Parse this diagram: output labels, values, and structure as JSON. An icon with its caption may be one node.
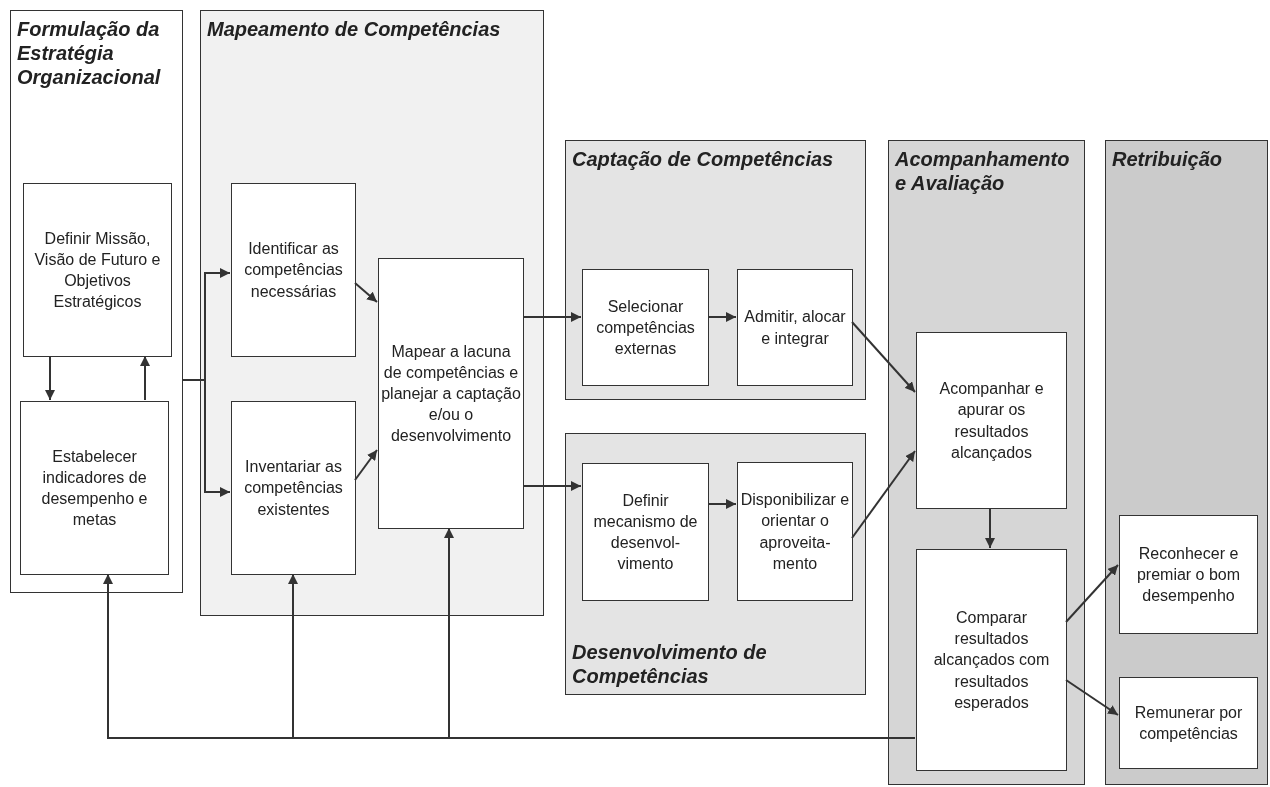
{
  "diagram": {
    "nodes": [
      {
        "text": [
          "Formulação da Estratégia Organizacional"
        ]
      },
      {
        "text": [
          "Definir Missão, Visão de Futuro e Objetivos Estratégicos"
        ],
        "in": 0
      },
      {
        "text": [
          "Estabelecer indicadores de desempenho e metas"
        ],
        "in": 0
      },
      {
        "text": [
          "Mapeamento de Competências"
        ]
      },
      {
        "text": [
          "Identificar as competências necessárias"
        ],
        "in": 3
      },
      {
        "text": [
          "Inventariar as competências existentes"
        ],
        "in": 3
      },
      {
        "text": [
          "Mapear a lacuna de competências e planejar a captação e/ou o desenvolvimento"
        ],
        "in": 3
      },
      {
        "text": [
          "Captação de Competências"
        ]
      },
      {
        "text": [
          "Selecionar competências externas"
        ],
        "in": 7
      },
      {
        "text": [
          "Admitir, alocar e integrar"
        ],
        "in": 7
      },
      {
        "text": [
          "Desenvolvimento de Competências"
        ]
      },
      {
        "text": [
          "Definir mecanismo de desenvol- vimento"
        ],
        "in": 10
      },
      {
        "text": [
          "Disponibilizar e orientar o aproveita- mento"
        ],
        "in": 10
      },
      {
        "text": [
          "Acompanhamento e Avaliação"
        ]
      },
      {
        "text": [
          "Acompanhar e apurar os resultados alcançados"
        ],
        "in": 13
      },
      {
        "text": [
          "Comparar resultados alcançados com resultados esperados"
        ],
        "in": 13
      },
      {
        "text": [
          "Retribuição"
        ]
      },
      {
        "text": [
          "Reconhecer e premiar o bom desempenho"
        ],
        "in": 16
      },
      {
        "text": [
          "Remunerar por competências"
        ],
        "in": 16
      }
    ],
    "edges": [
      {
        "from": 1,
        "to": 2,
        "arrow": "to"
      },
      {
        "from": 2,
        "to": 1,
        "arrow": "to"
      },
      {
        "from": 0,
        "to": 4,
        "arrow": "to"
      },
      {
        "from": 0,
        "to": 5,
        "arrow": "to"
      },
      {
        "from": 4,
        "to": 6,
        "arrow": "to"
      },
      {
        "from": 5,
        "to": 6,
        "arrow": "to"
      },
      {
        "from": 6,
        "to": 8,
        "arrow": "to"
      },
      {
        "from": 6,
        "to": 11,
        "arrow": "to"
      },
      {
        "from": 8,
        "to": 9,
        "arrow": "to"
      },
      {
        "from": 11,
        "to": 12,
        "arrow": "to"
      },
      {
        "from": 9,
        "to": 14,
        "arrow": "to"
      },
      {
        "from": 12,
        "to": 14,
        "arrow": "to"
      },
      {
        "from": 14,
        "to": 15,
        "arrow": "to"
      },
      {
        "from": 15,
        "to": 17,
        "arrow": "to"
      },
      {
        "from": 15,
        "to": 18,
        "arrow": "to"
      },
      {
        "from": 15,
        "to": 2,
        "arrow": "to"
      },
      {
        "from": 15,
        "to": 5,
        "arrow": "to"
      },
      {
        "from": 15,
        "to": 6,
        "arrow": "to"
      }
    ]
  }
}
